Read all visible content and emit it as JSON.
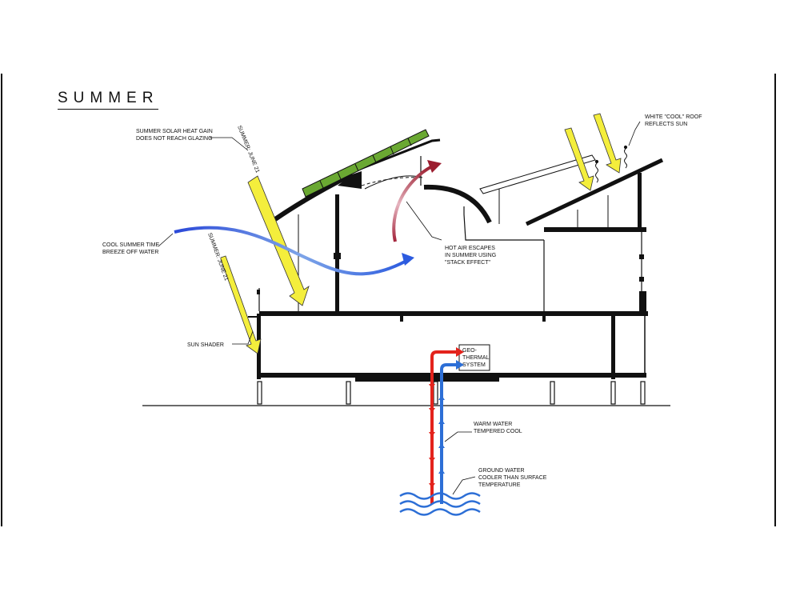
{
  "title": "SUMMER",
  "labels": {
    "solar_gain": [
      "SUMMER SOLAR HEAT GAIN",
      "DOES NOT REACH GLAZING"
    ],
    "sun_june": "SUMMER: JUNE 21",
    "sun_june_small": "SUMMER: JUNE 21",
    "breeze": [
      "COOL SUMMER TIME",
      "BREEZE OFF WATER"
    ],
    "hot_air": [
      "HOT AIR ESCAPES",
      "IN SUMMER USING",
      "\"STACK EFFECT\""
    ],
    "cool_roof": [
      "WHITE \"COOL\" ROOF",
      "REFLECTS SUN"
    ],
    "sun_shader": "SUN SHADER",
    "geothermal": [
      "GEO-",
      "THERMAL",
      "SYSTEM"
    ],
    "warm_water": [
      "WARM WATER",
      "TEMPERED COOL"
    ],
    "ground_water": [
      "GROUND WATER",
      "COOLER THAN SURFACE",
      "TEMPERATURE"
    ]
  },
  "colors": {
    "sun_ray": "#f4ee3c",
    "breeze": "#2a52d6",
    "hot_air": "#9b1c2e",
    "warm_pipe": "#e3231c",
    "cool_pipe": "#2d6fd6",
    "solar_panel": "#6aa832",
    "structure": "#111111"
  }
}
